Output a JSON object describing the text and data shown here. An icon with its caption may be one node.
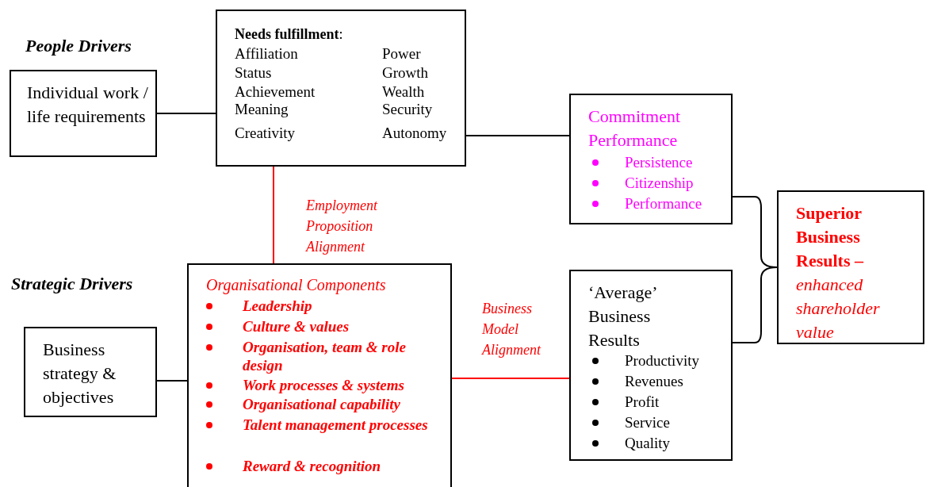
{
  "diagram": {
    "nodes": [
      {
        "text": [
          "Individual work / life requirements"
        ]
      },
      {
        "text": [
          "**Needs fulfillment**:",
          "Affiliation",
          "Power",
          "Status",
          "Growth",
          "Achievement",
          "Wealth",
          "Meaning",
          "Security",
          "Creativity",
          "Autonomy"
        ]
      },
      {
        "text": [
          "Commitment Performance",
          "Persistence",
          "Citizenship",
          "Performance"
        ]
      },
      {
        "text": [
          "Business strategy & objectives"
        ]
      },
      {
        "text": [
          "Organisational Components",
          "Leadership",
          "Culture & values",
          "Organisation, team & role design",
          "Work processes & systems",
          "Organisational capability",
          "Talent management processes",
          "Reward & recognition"
        ]
      },
      {
        "text": [
          "‘Average’ Business Results",
          "Productivity",
          "Revenues",
          "Profit",
          "Service",
          "Quality"
        ]
      },
      {
        "text": [
          "**Superior Business Results –** *enhanced shareholder value*"
        ]
      }
    ],
    "edges": [
      {
        "from": 0,
        "to": 1,
        "arrow": "none"
      },
      {
        "from": 1,
        "to": 2,
        "arrow": "none"
      },
      {
        "from": 1,
        "to": 4,
        "arrow": "none",
        "label": "Employment Proposition Alignment",
        "color": "#ff0000"
      },
      {
        "from": 3,
        "to": 4,
        "arrow": "none"
      },
      {
        "from": 4,
        "to": 5,
        "arrow": "none",
        "label": "Business Model Alignment",
        "color": "#ff0000"
      },
      {
        "from": 2,
        "to": 6,
        "arrow": "none"
      },
      {
        "from": 5,
        "to": 6,
        "arrow": "none"
      }
    ],
    "labels": [
      "People Drivers",
      "Strategic Drivers"
    ]
  }
}
